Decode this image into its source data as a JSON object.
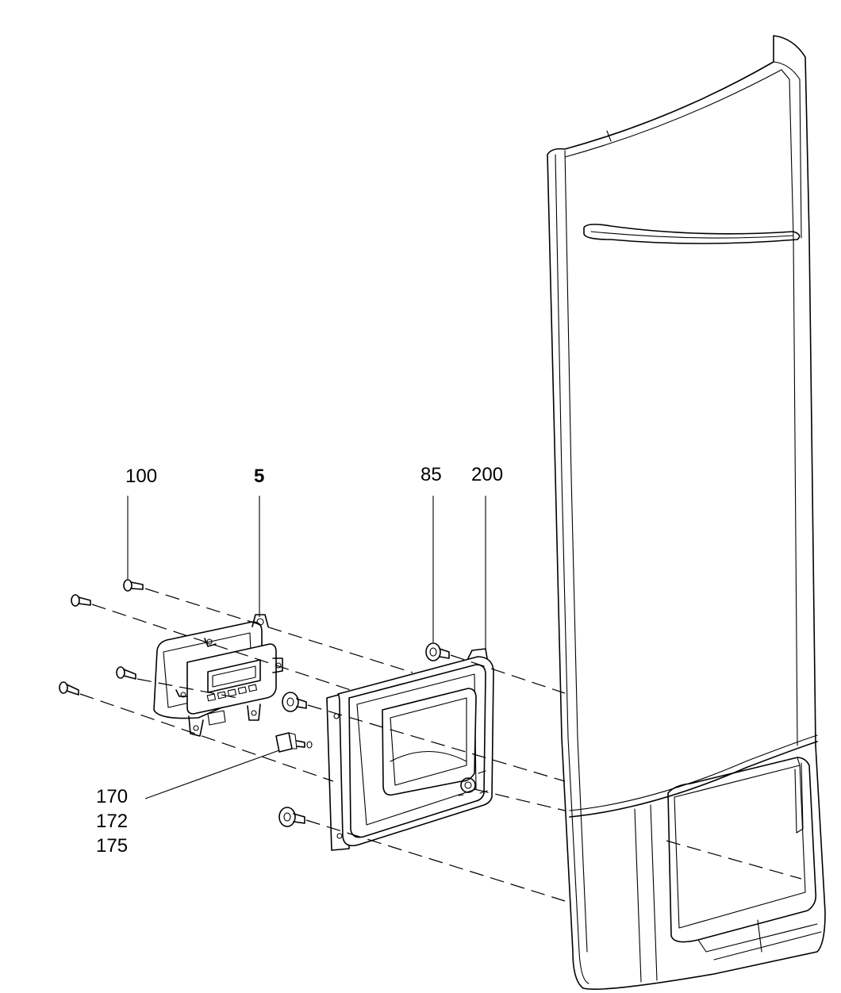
{
  "callouts": {
    "c100": "100",
    "c5": "5",
    "c85": "85",
    "c200": "200",
    "c170": "170",
    "c172": "172",
    "c175": "175"
  }
}
